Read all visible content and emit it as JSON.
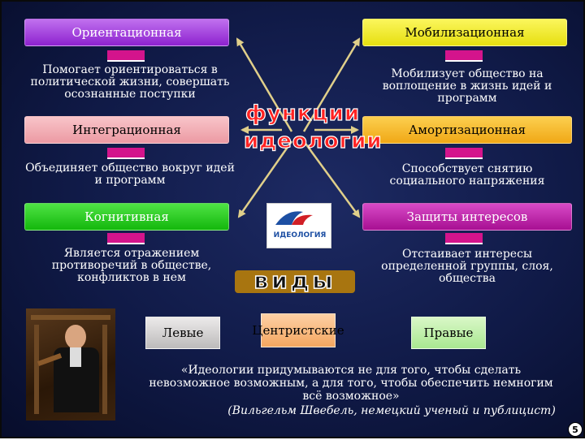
{
  "functions": {
    "orient": {
      "title": "Ориентационная",
      "desc": "Помогает ориентироваться в политической жизни, совершать осознанные поступки"
    },
    "mobil": {
      "title": "Мобилизационная",
      "desc": "Мобилизует общество на воплощение в жизнь идей и программ"
    },
    "integ": {
      "title": "Интеграционная",
      "desc": "Объединяет общество вокруг идей и программ"
    },
    "amort": {
      "title": "Амортизационная",
      "desc": "Способствует снятию социального напряжения"
    },
    "cogn": {
      "title": "Когнитивная",
      "desc": "Является отражением противоречий в обществе, конфликтов в нем"
    },
    "protect": {
      "title": "Защиты интересов",
      "desc": "Отстаивает интересы определенной группы, слоя, общества"
    }
  },
  "center": {
    "line1": "функции",
    "line2": "идеологии"
  },
  "logo": {
    "text": "ИДЕОЛОГИЯ"
  },
  "types": {
    "heading": "виды",
    "left": "Левые",
    "centrist": "Центристские",
    "right": "Правые"
  },
  "quote": {
    "text": "«Идеологии придумываются не для того, чтобы сделать невозможное возможным, а для того, чтобы обеспечить немногим всё возможное»",
    "author": "(Вильгельм Швебель, немецкий ученый и публицист)"
  },
  "page_number": "5",
  "colors": {
    "purple": "#9b2bd6",
    "yellow": "#f3ee2a",
    "pink": "#f2a6ae",
    "orange": "#f5b521",
    "green": "#22d11a",
    "magenta": "#c01caa",
    "connector": "#d4148c"
  }
}
